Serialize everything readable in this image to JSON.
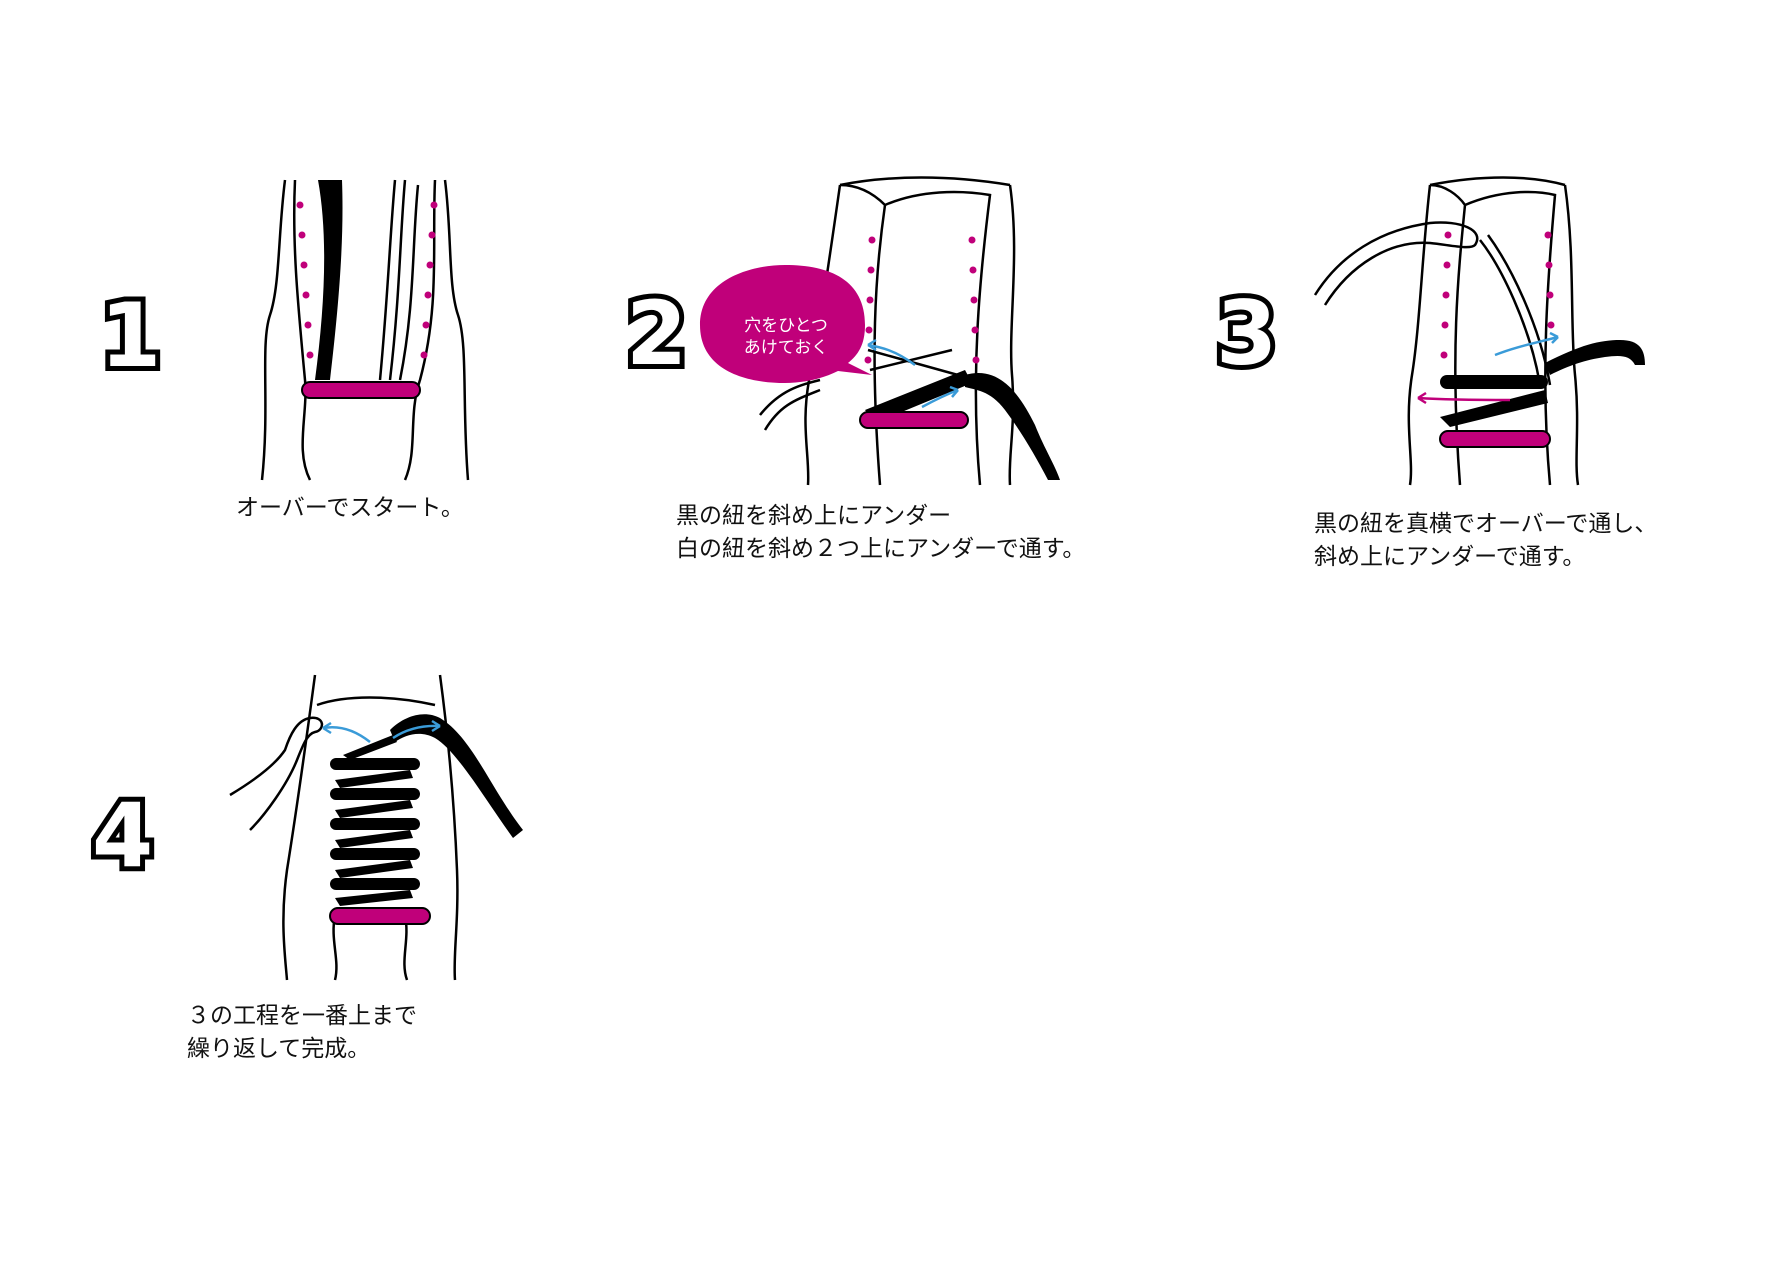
{
  "colors": {
    "magenta": "#c0007a",
    "blue_arrow": "#3a9bd8",
    "outline": "#000000"
  },
  "steps": [
    {
      "number": "1",
      "caption_lines": [
        "オーバーでスタート。"
      ]
    },
    {
      "number": "2",
      "bubble_lines": [
        "穴をひとつ",
        "あけておく"
      ],
      "caption_lines": [
        "黒の紐を斜め上にアンダー",
        "白の紐を斜め２つ上にアンダーで通す。"
      ]
    },
    {
      "number": "3",
      "caption_lines": [
        "黒の紐を真横でオーバーで通し、",
        "斜め上にアンダーで通す。"
      ]
    },
    {
      "number": "4",
      "caption_lines": [
        "３の工程を一番上まで",
        "繰り返して完成。"
      ]
    }
  ]
}
